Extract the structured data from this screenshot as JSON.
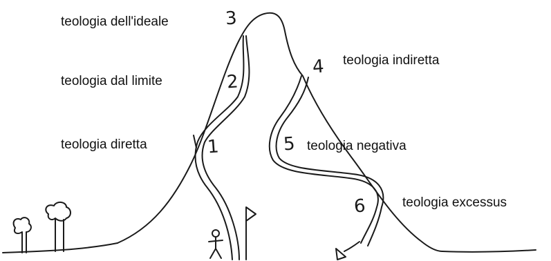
{
  "labels": {
    "ideale": "teologia dell'ideale",
    "limite": "teologia dal limite",
    "diretta": "teologia diretta",
    "indiretta": "teologia indiretta",
    "negativa": "teologia negativa",
    "excessus": "teologia excessus"
  },
  "numbers": {
    "n1": "1",
    "n2": "2",
    "n3": "3",
    "n4": "4",
    "n5": "5",
    "n6": "6"
  },
  "icons": [
    "tree-icon",
    "person-icon",
    "flag-icon"
  ],
  "colors": {
    "ink": "#1a1a1a",
    "background": "#ffffff"
  }
}
